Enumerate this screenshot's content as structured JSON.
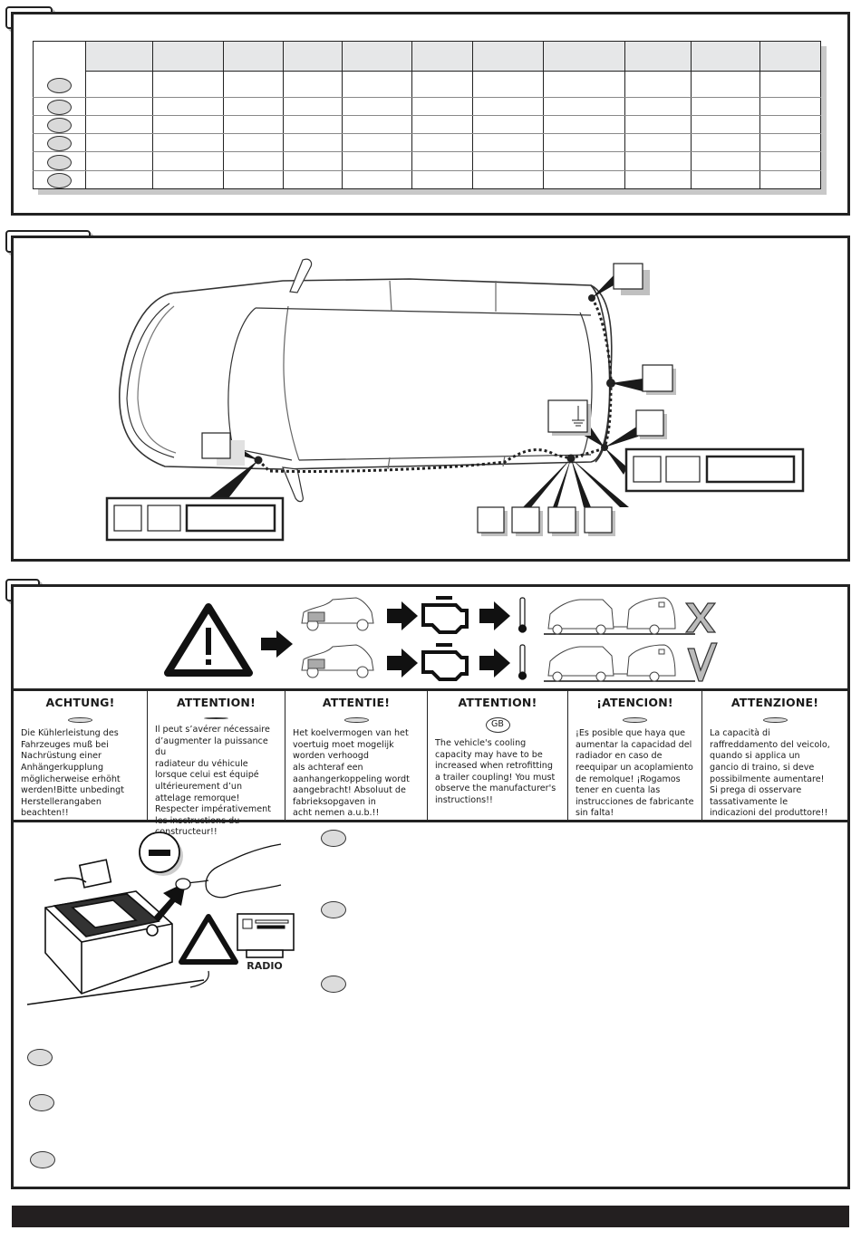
{
  "document": {
    "type": "towbar wiring installation instructions page",
    "sections": [
      "vehicle-application-table",
      "wiring-routing-diagram",
      "cooling-warning-and-battery-disconnect"
    ]
  },
  "table": {
    "column_count": 11,
    "row_count": 6,
    "row_markers": [
      "",
      "",
      "",
      "",
      "",
      ""
    ],
    "header_cells": [
      "",
      "",
      "",
      "",
      "",
      "",
      "",
      "",
      "",
      "",
      ""
    ]
  },
  "wiring_diagram": {
    "callouts": {
      "front_left": "",
      "rear_top": "",
      "rear_mid": "",
      "ground_symbol": "ground-icon",
      "rear_lower": "",
      "bottom_1": "",
      "bottom_2": "",
      "bottom_3": "",
      "bottom_4": ""
    },
    "connector_box_left": [
      "",
      "",
      ""
    ],
    "connector_box_right": [
      "",
      "",
      ""
    ]
  },
  "warning_graphic": {
    "rows": [
      {
        "result": "not-ok",
        "result_icon": "cross-icon"
      },
      {
        "result": "ok",
        "result_icon": "check-icon"
      }
    ]
  },
  "languages": [
    {
      "title": "ACHTUNG!",
      "flag": "",
      "text": "Die Kühlerleistung des\nFahrzeuges muß bei\nNachrüstung einer\nAnhängerkupplung\nmöglicherweise erhöht\nwerden!Bitte unbedingt\nHerstellerangaben\nbeachten!!"
    },
    {
      "title": "ATTENTION!",
      "flag": "",
      "text": "Il peut s’avérer nécessaire\nd’augmenter la puissance du\nradiateur du véhicule\nlorsque celui est équipé\nultérieurement d’un\nattelage remorque!\nRespecter impérativement\nles insctructions du\nconstructeur!!"
    },
    {
      "title": "ATTENTIE!",
      "flag": "",
      "text": "Het koelvermogen van het\nvoertuig moet mogelijk\nworden verhoogd\nals achteraf een\naanhangerkoppeling wordt\naangebracht! Absoluut de\nfabrieksopgaven in\nacht nemen a.u.b.!!"
    },
    {
      "title": "ATTENTION!",
      "flag": "GB",
      "text": "The vehicle's cooling\ncapacity may have to be\nincreased when retrofitting\na trailer coupling! You must\nobserve the manufacturer's\ninstructions!!"
    },
    {
      "title": "¡ATENCION!",
      "flag": "",
      "text": "¡Es posible que haya que\naumentar la capacidad del\nradiador en caso de\nreequipar un acoplamiento\nde remolque! ¡Rogamos\ntener en cuenta las\ninstrucciones de fabricante\nsin falta!"
    },
    {
      "title": "ATTENZIONE!",
      "flag": "",
      "text": "La capacità di\nraffreddamento del veicolo,\nquando si applica un\ngancio di traino, si deve\npossibilmente aumentare!\nSi prega di osservare\ntassativamente le\nindicazioni del produttore!!"
    }
  ],
  "battery_section": {
    "minus_symbol": "−",
    "radio_label": "RADIO",
    "step_markers_right": [
      "",
      "",
      ""
    ],
    "step_markers_bottom": [
      "",
      "",
      ""
    ]
  }
}
